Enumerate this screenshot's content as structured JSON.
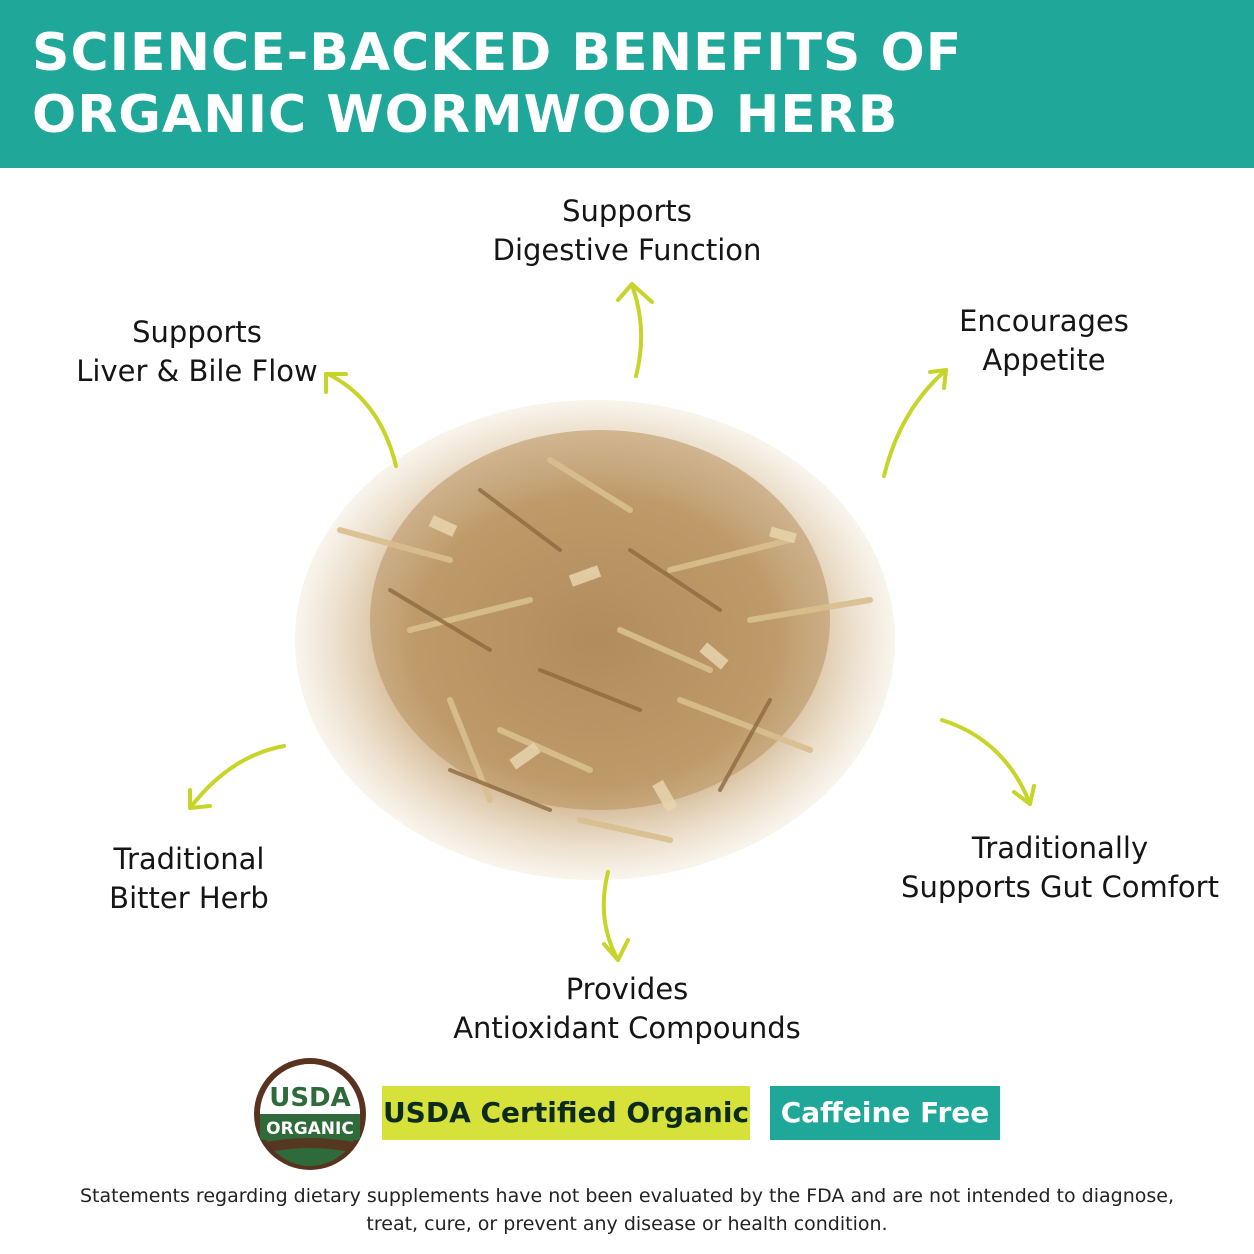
{
  "header": {
    "title_line1": "SCIENCE-BACKED BENEFITS OF",
    "title_line2": "ORGANIC WORMWOOD HERB"
  },
  "benefits": {
    "digestive": {
      "line1": "Supports",
      "line2": "Digestive Function"
    },
    "liver": {
      "line1": "Supports",
      "line2": "Liver & Bile Flow"
    },
    "appetite": {
      "line1": "Encourages",
      "line2": "Appetite"
    },
    "bitter": {
      "line1": "Traditional",
      "line2": "Bitter Herb"
    },
    "gut": {
      "line1": "Traditionally",
      "line2": "Supports Gut Comfort"
    },
    "antioxidant": {
      "line1": "Provides",
      "line2": "Antioxidant Compounds"
    }
  },
  "badges": {
    "seal_top": "USDA",
    "seal_bottom": "ORGANIC",
    "certified_label": "USDA Certified Organic",
    "caffeine_label": "Caffeine Free"
  },
  "disclaimer": {
    "line1": "Statements regarding dietary supplements have not been evaluated by the FDA and are not intended to diagnose,",
    "line2": "treat, cure, or prevent any disease or health condition."
  },
  "colors": {
    "teal": "#1fa79a",
    "lime": "#d6e23a",
    "arrow": "#c7d42a",
    "herb": "#c9a57a",
    "seal_green": "#2f6b3a",
    "seal_brown": "#5a3220"
  }
}
